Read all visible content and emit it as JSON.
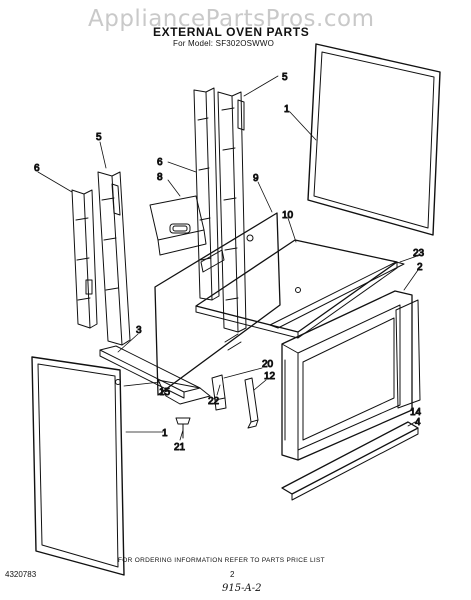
{
  "watermark": "AppliancePartsPros.com",
  "header": {
    "title": "EXTERNAL OVEN PARTS",
    "subtitle": "For Model: SF302OSWWO"
  },
  "callouts": {
    "c1_top": "1",
    "c1_bottom": "1",
    "c2": "2",
    "c3": "3",
    "c4": "4",
    "c5_left": "5",
    "c5_top": "5",
    "c6_left": "6",
    "c6_mid": "6",
    "c8": "8",
    "c9": "9",
    "c10": "10",
    "c12": "12",
    "c14": "14",
    "c15": "15",
    "c20": "20",
    "c21": "21",
    "c22": "22",
    "c23": "23"
  },
  "footer": {
    "note": "FOR ORDERING INFORMATION REFER TO PARTS PRICE LIST",
    "doc_number": "4320783",
    "page_number": "2",
    "handwritten": "915-A-2"
  }
}
